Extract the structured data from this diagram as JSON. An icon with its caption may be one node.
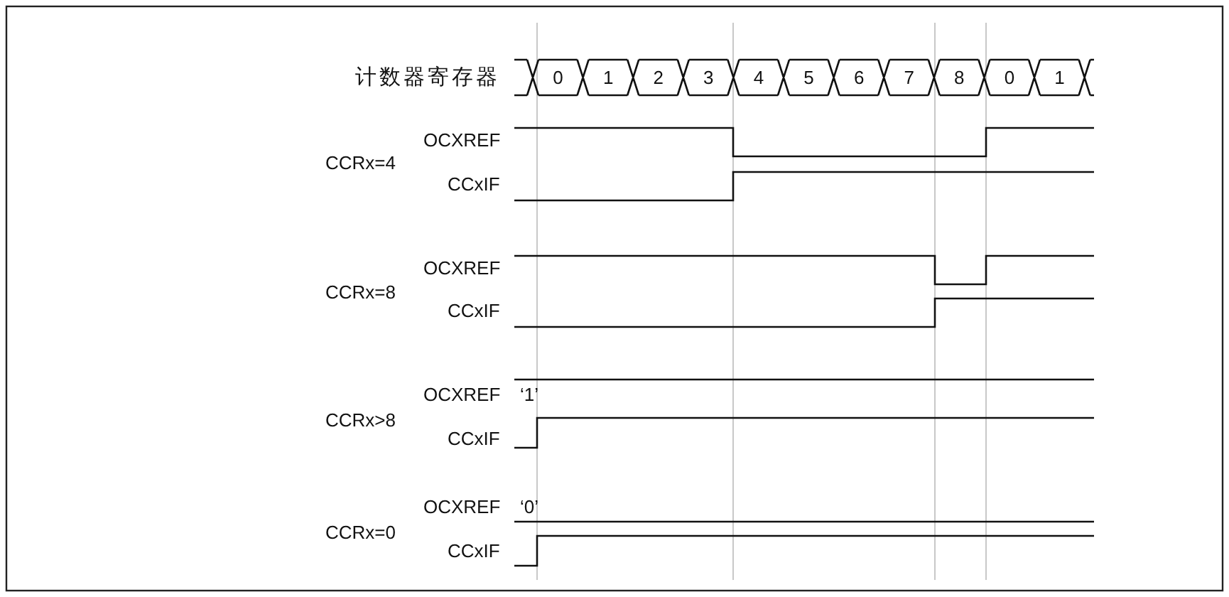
{
  "diagram": {
    "labels": [
      "计数器寄存器",
      "0",
      "1",
      "2",
      "3",
      "4",
      "5",
      "6",
      "7",
      "8",
      "0",
      "1",
      "OCXREF",
      "CCRx=4",
      "CCxIF",
      "OCXREF",
      "CCRx=8",
      "CCxIF",
      "OCXREF",
      "‘1’",
      "CCRx>8",
      "CCxIF",
      "OCXREF",
      "‘0’",
      "CCRx=0",
      "CCxIF"
    ]
  }
}
